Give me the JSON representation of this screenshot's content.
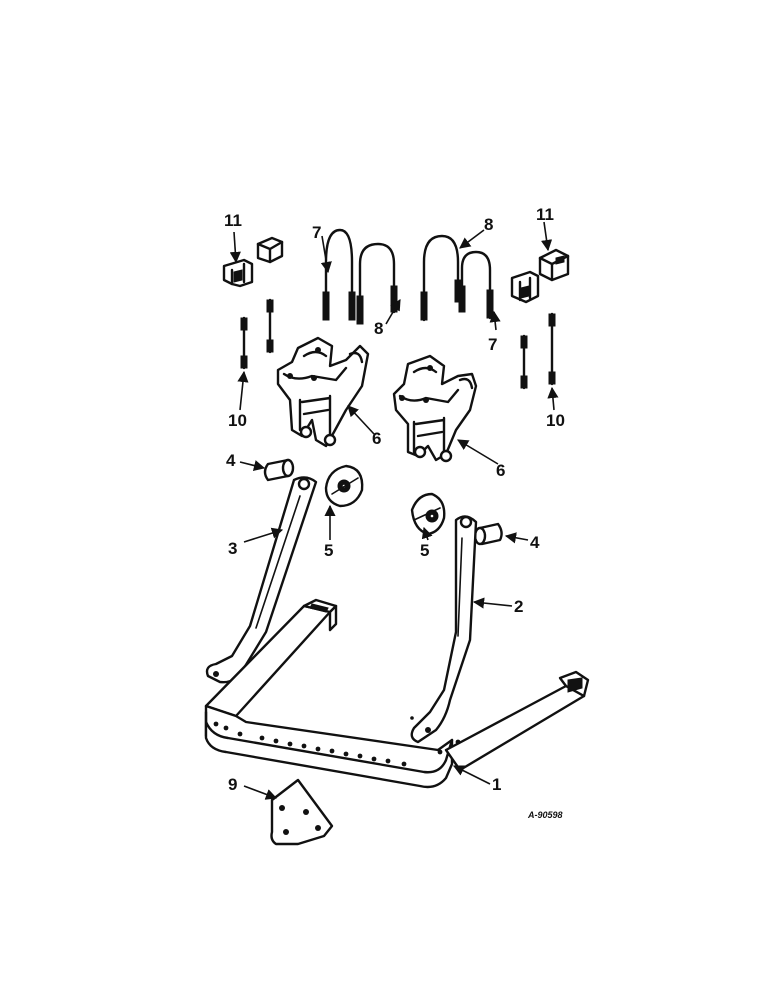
{
  "callouts": {
    "c1": "1",
    "c2": "2",
    "c3": "3",
    "c4_left": "4",
    "c4_right": "4",
    "c5_left": "5",
    "c5_right": "5",
    "c6_left": "6",
    "c6_right": "6",
    "c7_left": "7",
    "c7_right": "7",
    "c8_top": "8",
    "c8_bottom": "8",
    "c9": "9",
    "c10_left": "10",
    "c10_right": "10",
    "c11_left": "11",
    "c11_right": "11"
  },
  "reference_code": "A-90598"
}
